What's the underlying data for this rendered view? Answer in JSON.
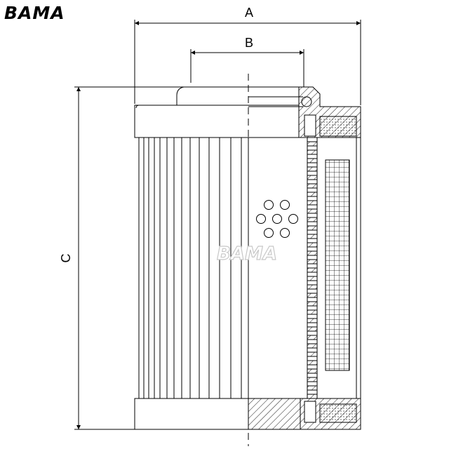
{
  "logo": {
    "text": "BAMA"
  },
  "watermark": {
    "text": "BAMA"
  },
  "dimensions": {
    "a": "A",
    "b": "B",
    "c": "C"
  },
  "colors": {
    "line": "#000000",
    "background": "#ffffff",
    "watermark": "#c8c8c8"
  }
}
